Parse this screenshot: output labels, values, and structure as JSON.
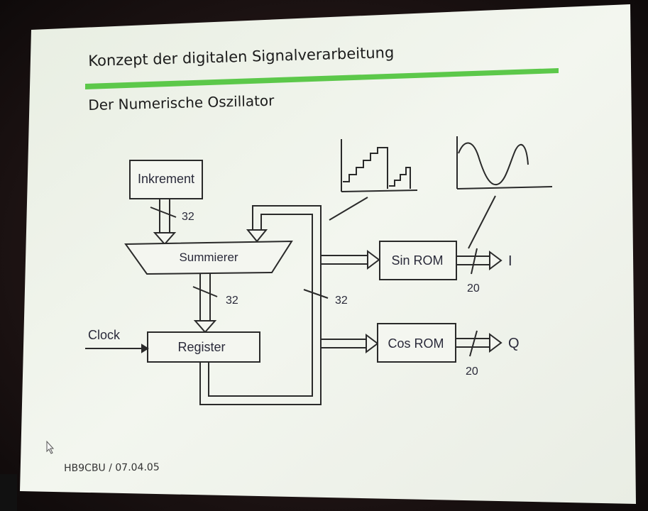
{
  "slide": {
    "title": "Konzept der digitalen Signalverarbeitung",
    "subtitle": "Der Numerische Oszillator",
    "footer": "HB9CBU / 07.04.05",
    "accent_color": "#5cc84a",
    "background_color": "#f1f4ec"
  },
  "diagram": {
    "blocks": {
      "inkrement": "Inkrement",
      "summierer": "Summierer",
      "register": "Register",
      "sin_rom": "Sin ROM",
      "cos_rom": "Cos ROM"
    },
    "inputs": {
      "clock": "Clock"
    },
    "outputs": {
      "i": "I",
      "q": "Q"
    },
    "bus_widths": {
      "inkrement_to_summierer": "32",
      "summierer_to_register": "32",
      "register_to_roms": "32",
      "sin_out": "20",
      "cos_out": "20"
    },
    "icons": [
      "staircase-wave-icon",
      "sine-wave-icon",
      "mouse-cursor-icon"
    ]
  }
}
